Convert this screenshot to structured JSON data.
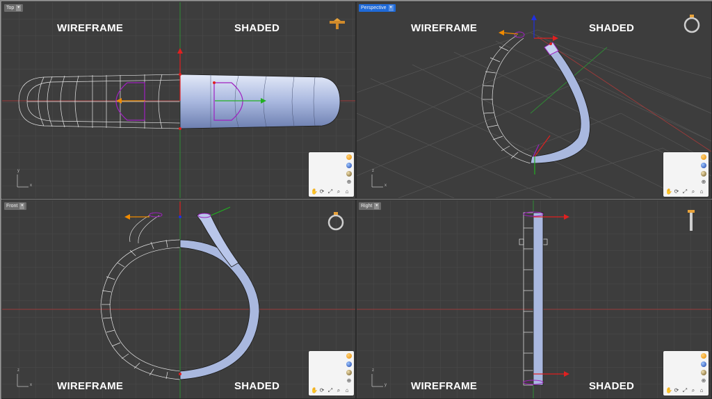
{
  "viewports": {
    "top": {
      "tab": "Top",
      "wireframe": "WIREFRAME",
      "shaded": "SHADED"
    },
    "perspective": {
      "tab": "Perspective",
      "wireframe": "WIREFRAME",
      "shaded": "SHADED"
    },
    "front": {
      "tab": "Front",
      "wireframe": "WIREFRAME",
      "shaded": "SHADED"
    },
    "right": {
      "tab": "Right",
      "wireframe": "WIREFRAME",
      "shaded": "SHADED"
    }
  },
  "axis_labels": {
    "y": "y",
    "x": "x",
    "z": "z"
  },
  "widget_icons": [
    "render-orange-icon",
    "shaded-blue-icon",
    "rendered-gold-icon",
    "target-icon",
    "home-icon"
  ],
  "nav_icons": [
    "pan-icon",
    "rotate-icon",
    "zoom-extents-icon",
    "zoom-icon",
    "zoom-window-icon"
  ],
  "colors": {
    "viewport_bg": "#3d3d3d",
    "grid": "#4a4a4a",
    "grid_major": "#555555",
    "axis_red": "#a33b3b",
    "axis_green": "#2f8a35",
    "model_shade": "#b6c4e8",
    "wire": "#e8e8e8",
    "selection": "#a020c0",
    "active_tab": "#1f6ad8",
    "annotation_arrow": "#2fb84a"
  }
}
